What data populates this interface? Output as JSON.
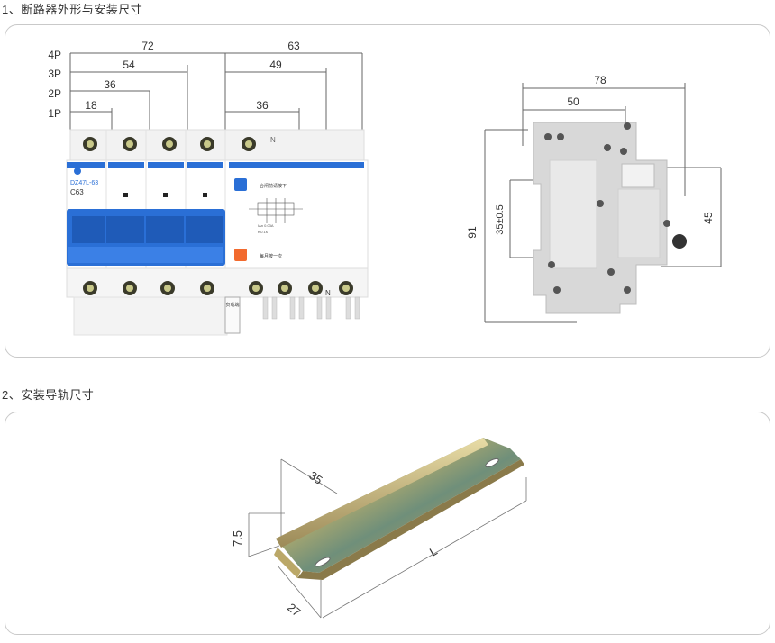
{
  "section1": {
    "heading": "1、断路器外形与安装尺寸",
    "pole_labels": [
      "4P",
      "3P",
      "2P",
      "1P"
    ],
    "left_dims": [
      "72",
      "54",
      "36",
      "18"
    ],
    "right_dims": [
      "63",
      "49",
      "36"
    ],
    "neutral_mark": "N",
    "breaker_text": {
      "model": "DZ47L-63",
      "rating": "C63",
      "btn_blue_label": "合闸前请按下",
      "btn_orange_label": "每月按一次",
      "rating_small": "IΔn 0.03A",
      "time_small": "t≤0.1s",
      "side_tag": "负载端"
    },
    "side_dims": {
      "top_total": "78",
      "top_inner": "50",
      "height": "91",
      "rail": "35±0.5",
      "right": "45"
    }
  },
  "section2": {
    "heading": "2、安装导轨尺寸",
    "rail_dims": {
      "width": "35",
      "depth": "7.5",
      "length": "L",
      "base": "27"
    }
  },
  "colors": {
    "blue": "#2a6fd6",
    "orange": "#f26a2e",
    "panel_border": "#c9c9c9",
    "dim_line": "#666666"
  }
}
